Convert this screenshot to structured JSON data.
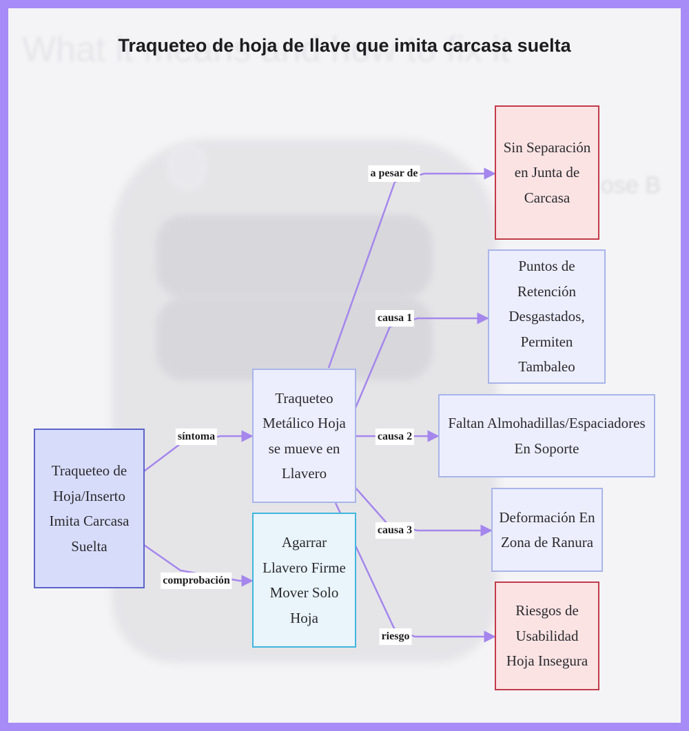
{
  "title": "Traqueteo de hoja de llave que imita carcasa suelta",
  "nodes": {
    "root": "Traqueteo de Hoja/Inserto Imita Carcasa Suelta",
    "symptom": "Traqueteo Metálico Hoja se mueve en Llavero",
    "check": "Agarrar Llavero Firme Mover Solo Hoja",
    "no_gap": "Sin Separación en Junta de Carcasa",
    "cause1": "Puntos de Retención Desgastados, Permiten Tambaleo",
    "cause2": "Faltan Almohadillas/Espaciadores En Soporte",
    "cause3": "Deformación En Zona de Ranura",
    "risk": "Riesgos de Usabilidad Hoja Insegura"
  },
  "edge_labels": {
    "sintoma": "síntoma",
    "comprobacion": "comprobación",
    "a_pesar_de": "a pesar de",
    "causa1": "causa 1",
    "causa2": "causa 2",
    "causa3": "causa 3",
    "riesgo": "riesgo"
  },
  "colors": {
    "edge": "#a586ec",
    "frame": "#a78bf6"
  }
}
